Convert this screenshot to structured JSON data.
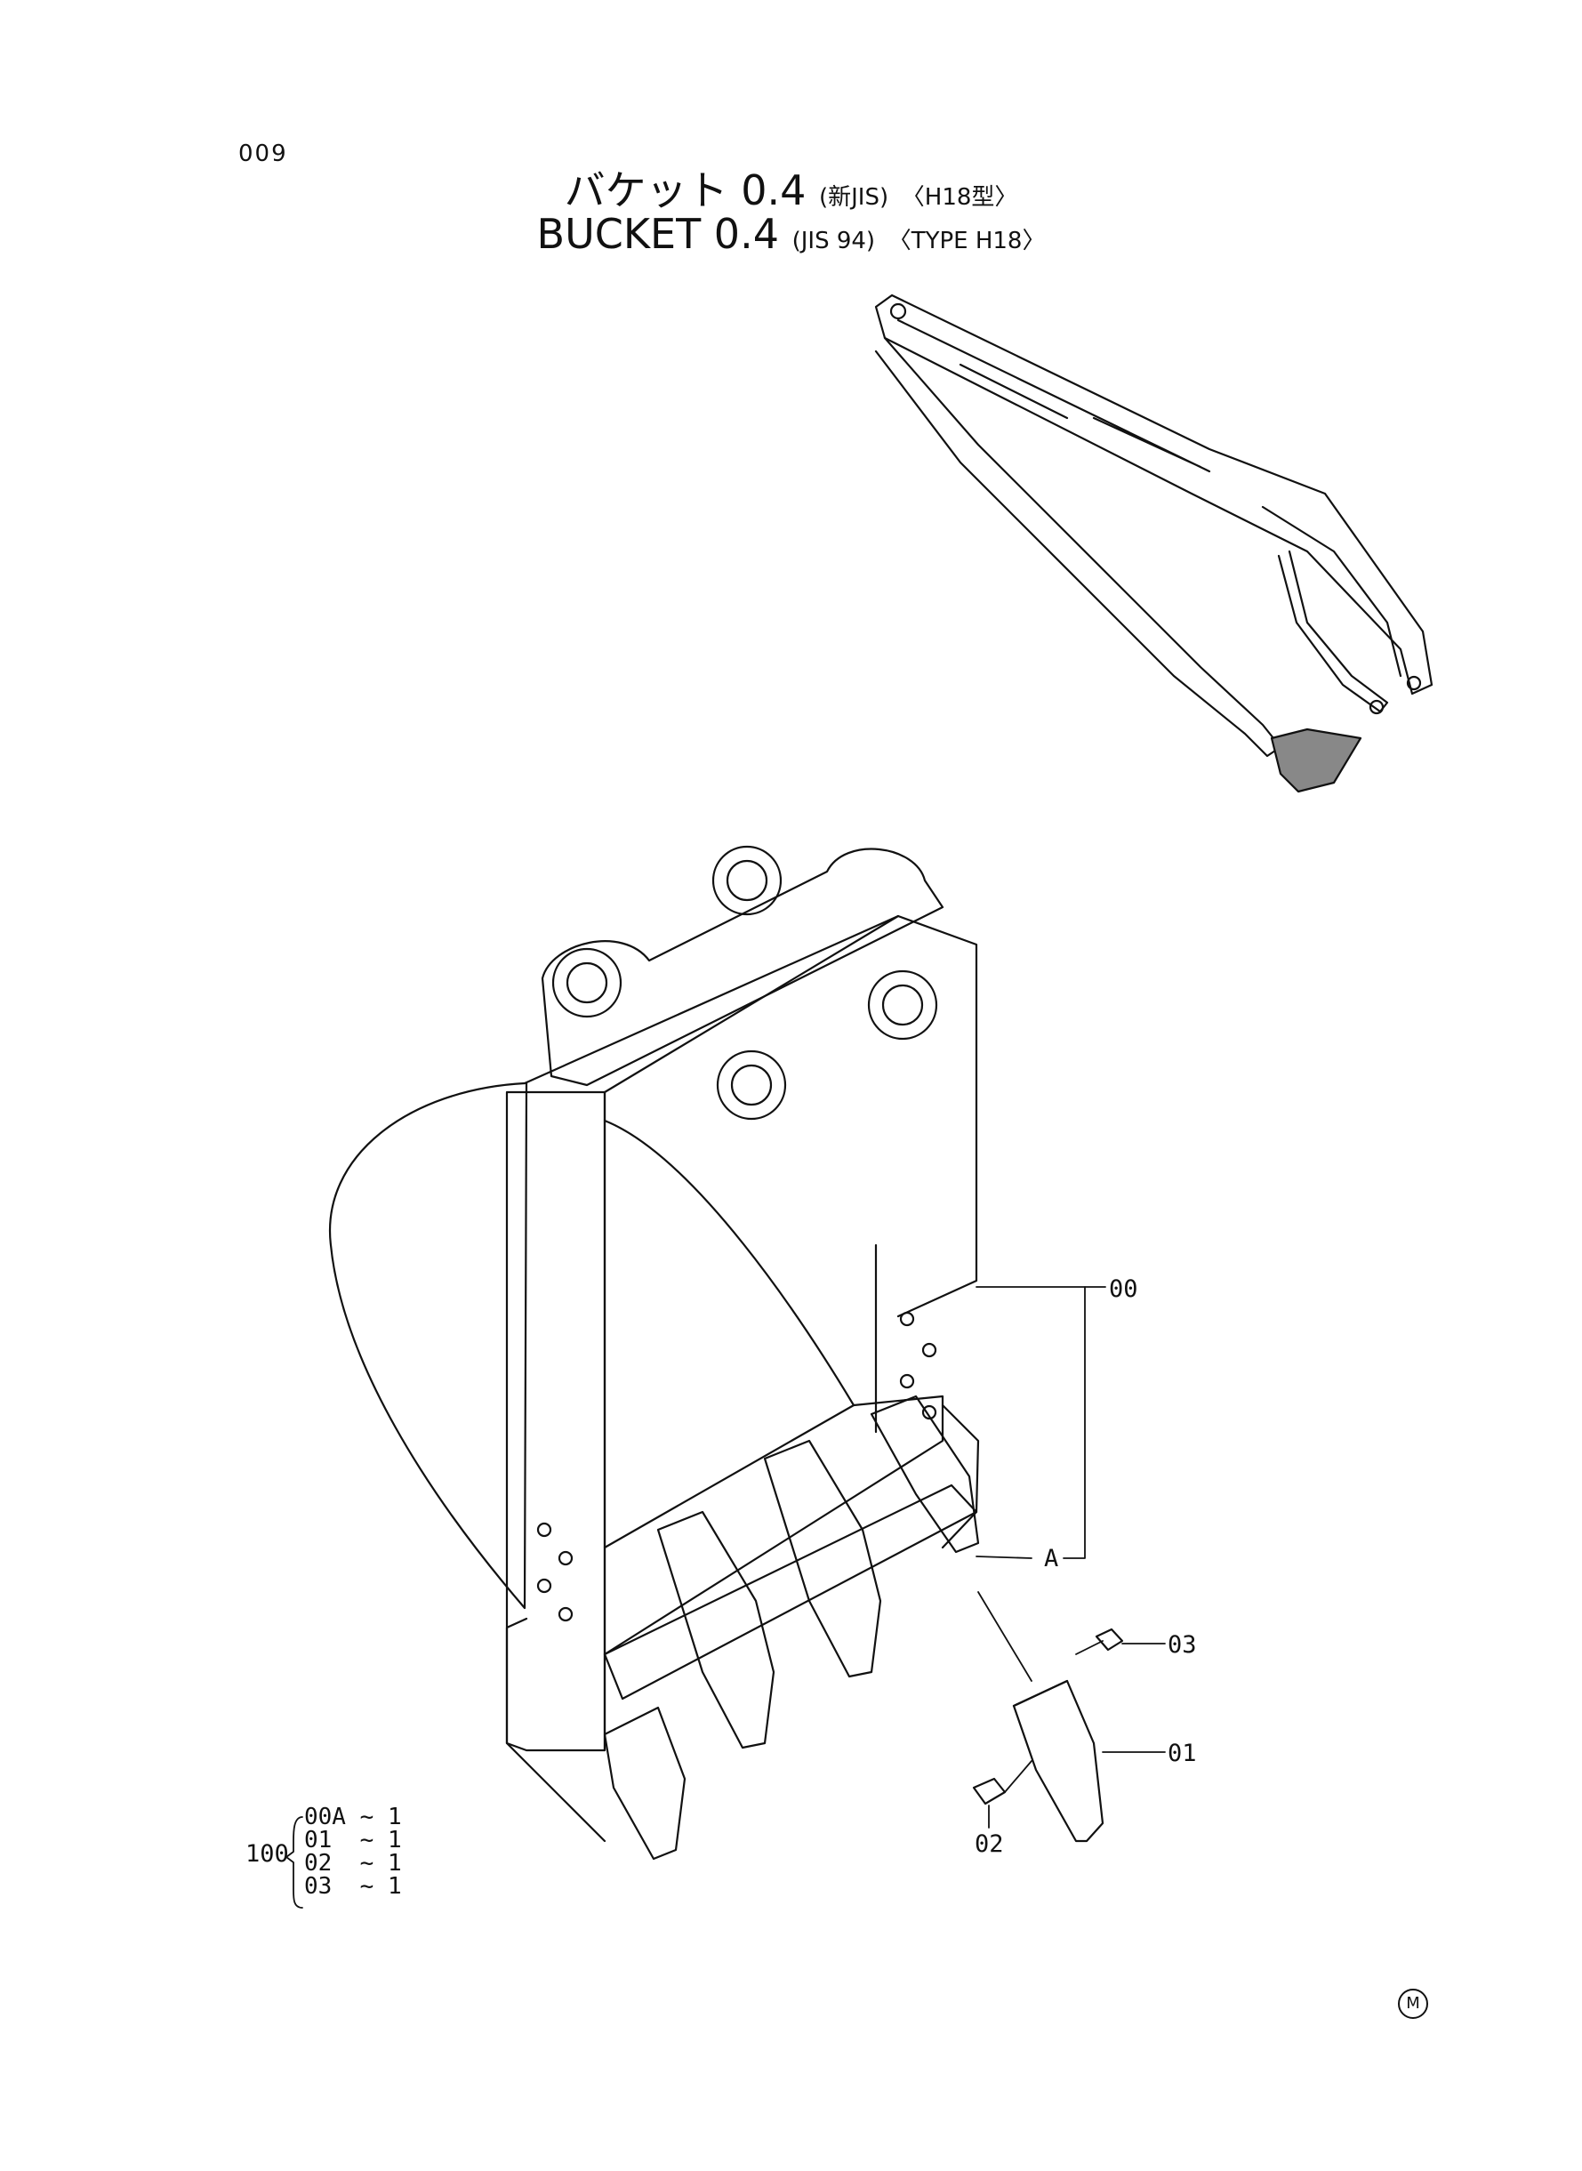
{
  "page": {
    "number": "009"
  },
  "title": {
    "jp_main": "バケット 0.4",
    "jp_spec": "(新JIS)",
    "jp_type": "〈H18型〉",
    "en_main": "BUCKET 0.4",
    "en_spec": "(JIS 94)",
    "en_type": "〈TYPE H18〉"
  },
  "callouts": {
    "p00": "00",
    "pA": "A",
    "p01": "01",
    "p02": "02",
    "p03": "03"
  },
  "assembly": {
    "number": "100",
    "rows": [
      {
        "part": "00A",
        "qty": "1"
      },
      {
        "part": "01",
        "qty": "1"
      },
      {
        "part": "02",
        "qty": "1"
      },
      {
        "part": "03",
        "qty": "1"
      }
    ]
  },
  "mark": "M",
  "colors": {
    "ink": "#111111",
    "paper": "#ffffff"
  }
}
